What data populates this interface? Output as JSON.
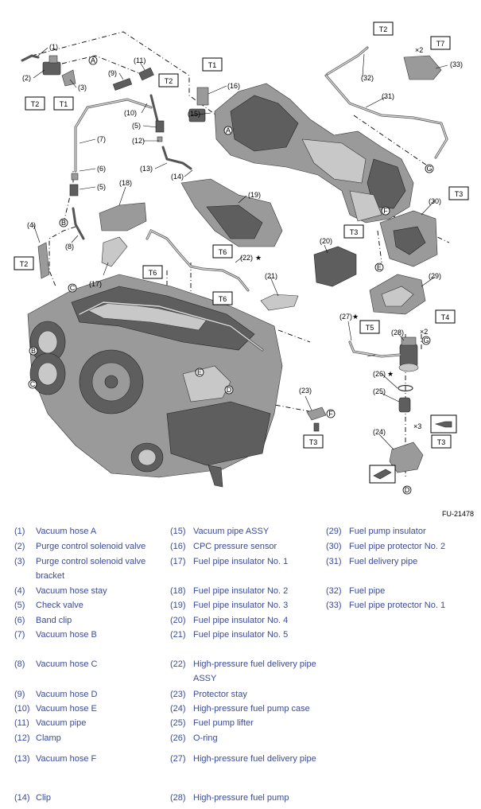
{
  "figure_id": "FU-21478",
  "callouts": {
    "n1": "(1)",
    "n2": "(2)",
    "n3": "(3)",
    "n4": "(4)",
    "n5a": "(5)",
    "n5b": "(5)",
    "n6": "(6)",
    "n7": "(7)",
    "n8": "(8)",
    "n9": "(9)",
    "n10": "(10)",
    "n11": "(11)",
    "n12": "(12)",
    "n13": "(13)",
    "n14": "(14)",
    "n15": "(15)",
    "n16": "(16)",
    "n17": "(17)",
    "n18": "(18)",
    "n19": "(19)",
    "n20": "(20)",
    "n21": "(21)",
    "n22": "(22)",
    "n23": "(23)",
    "n24": "(24)",
    "n25": "(25)",
    "n26": "(26)",
    "n27": "(27)",
    "n28": "(28)",
    "n29": "(29)",
    "n30": "(30)",
    "n31": "(31)",
    "n32": "(32)",
    "n33": "(33)"
  },
  "torque_boxes": {
    "t2_top": "T2",
    "t7": "T7",
    "t1_mid": "T1",
    "t2_mid": "T2",
    "t2_left": "T2",
    "t1_left": "T1",
    "t3_right": "T3",
    "t3_mid": "T3",
    "t2_low": "T2",
    "t6_a": "T6",
    "t6_b": "T6",
    "t6_c": "T6",
    "t4": "T4",
    "t5": "T5",
    "t3_low": "T3",
    "t3_bottom": "T3"
  },
  "markers": {
    "a_top": "A",
    "a_engine": "A",
    "b_left": "B",
    "b_engine": "B",
    "c_left": "C",
    "c_engine": "C",
    "d_bottom": "D",
    "d_engine": "D",
    "e_right": "E",
    "e_engine": "E",
    "f_right": "F",
    "f_low": "F",
    "g_right": "G",
    "g_pump": "G"
  },
  "qty": {
    "x2_top": "×2",
    "x2_pump": "×2",
    "x3": "×3"
  },
  "star": "★",
  "legend": [
    {
      "num": "(1)",
      "name": "Vacuum hose A"
    },
    {
      "num": "(2)",
      "name": "Purge control solenoid valve"
    },
    {
      "num": "(3)",
      "name": "Purge control solenoid valve bracket"
    },
    {
      "num": "(4)",
      "name": "Vacuum hose stay"
    },
    {
      "num": "(5)",
      "name": "Check valve"
    },
    {
      "num": "(6)",
      "name": "Band clip"
    },
    {
      "num": "(7)",
      "name": "Vacuum hose B"
    },
    {
      "num": "(8)",
      "name": "Vacuum hose C"
    },
    {
      "num": "(9)",
      "name": "Vacuum hose D"
    },
    {
      "num": "(10)",
      "name": "Vacuum hose E"
    },
    {
      "num": "(11)",
      "name": "Vacuum pipe"
    },
    {
      "num": "(12)",
      "name": "Clamp"
    },
    {
      "num": "(13)",
      "name": "Vacuum hose F"
    },
    {
      "num": "(14)",
      "name": "Clip"
    },
    {
      "num": "(15)",
      "name": "Vacuum pipe ASSY"
    },
    {
      "num": "(16)",
      "name": "CPC pressure sensor"
    },
    {
      "num": "(17)",
      "name": "Fuel pipe insulator No. 1"
    },
    {
      "num": "(18)",
      "name": "Fuel pipe insulator No. 2"
    },
    {
      "num": "(19)",
      "name": "Fuel pipe insulator No. 3"
    },
    {
      "num": "(20)",
      "name": "Fuel pipe insulator No. 4"
    },
    {
      "num": "(21)",
      "name": "Fuel pipe insulator No. 5"
    },
    {
      "num": "(22)",
      "name": "High-pressure fuel delivery pipe ASSY"
    },
    {
      "num": "(23)",
      "name": "Protector stay"
    },
    {
      "num": "(24)",
      "name": "High-pressure fuel pump case"
    },
    {
      "num": "(25)",
      "name": "Fuel pump lifter"
    },
    {
      "num": "(26)",
      "name": "O-ring"
    },
    {
      "num": "(27)",
      "name": "High-pressure fuel delivery pipe"
    },
    {
      "num": "(28)",
      "name": "High-pressure fuel pump"
    },
    {
      "num": "(29)",
      "name": "Fuel pump insulator"
    },
    {
      "num": "(30)",
      "name": "Fuel pipe protector No. 2"
    },
    {
      "num": "(31)",
      "name": "Fuel delivery pipe"
    },
    {
      "num": "(32)",
      "name": "Fuel pipe"
    },
    {
      "num": "(33)",
      "name": "Fuel pipe protector No. 1"
    }
  ]
}
